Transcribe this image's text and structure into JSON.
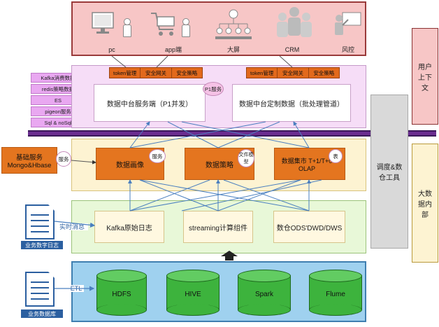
{
  "users": {
    "labels": [
      "pc",
      "app端",
      "大屏",
      "CRM",
      "风控"
    ]
  },
  "token_groups": [
    {
      "items": [
        "token管理",
        "安全网关",
        "安全策略"
      ]
    },
    {
      "items": [
        "token管理",
        "安全网关",
        "安全策略"
      ]
    }
  ],
  "data_sources": [
    "Kafka消费数据",
    "redis策略数据",
    "ES",
    "pigeon服务",
    "Sql & noSql"
  ],
  "service": {
    "server": "数据中台服务端（P1并发）",
    "custom": "数据中台定制数据（批处理管道）",
    "p1_tag": "P1服务"
  },
  "base_service": {
    "text": "基础服务 Mongo&Hbase",
    "tag": "服务"
  },
  "processing": {
    "items": [
      {
        "label": "数据画像",
        "tag": "服务"
      },
      {
        "label": "数据策略",
        "tag": "文件模型"
      },
      {
        "label": "数据集市 T+1/T+0 OLAP",
        "tag": "表"
      }
    ]
  },
  "streaming": {
    "items": [
      "Kafka原始日志",
      "streaming计算组件",
      "数仓ODS'DWD/DWS"
    ],
    "realtime_label": "实时消息"
  },
  "storage": {
    "items": [
      "HDFS",
      "HIVE",
      "Spark",
      "Flume"
    ],
    "etl_label": "ETL"
  },
  "docs": {
    "top_label": "业务数字日志",
    "bottom_label": "业务数据库"
  },
  "scheduler": "调度&数仓工具",
  "right_labels": {
    "user_context": "用户上下文",
    "bigdata_internal": "大数据内部"
  },
  "colors": {
    "orange": "#e4751f",
    "pink_band": "#f7c6c6",
    "purple_band": "#f6ddf7",
    "storage_band": "#9fd1ef",
    "cylinder": "#3db33d",
    "divider": "#6a2d8f"
  }
}
